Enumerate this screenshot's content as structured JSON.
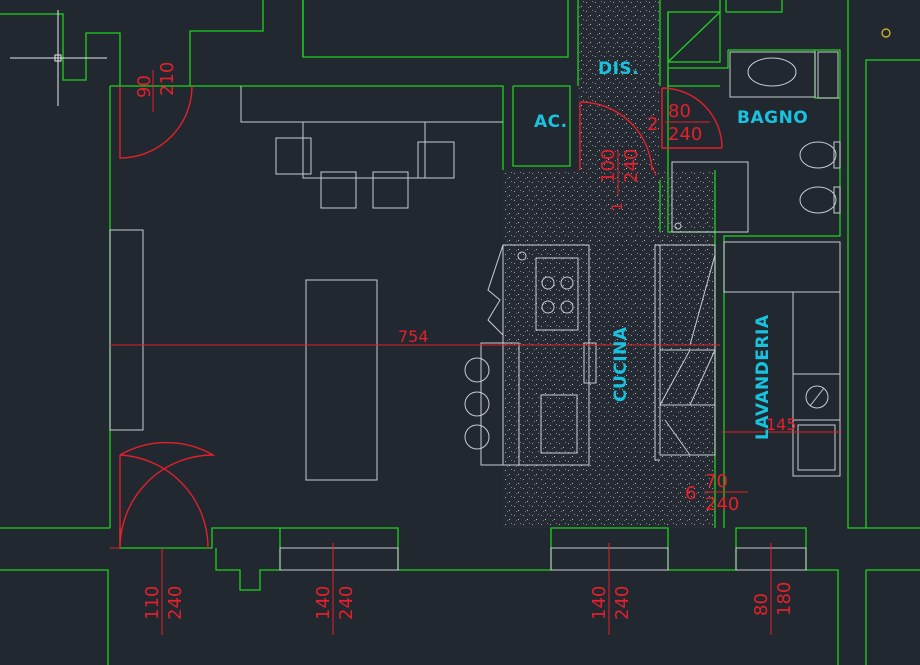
{
  "rooms": {
    "dis": "DIS.",
    "ac": "AC.",
    "bagno": "BAGNO",
    "cucina": "CUCINA",
    "lavanderia": "LAVANDERIA"
  },
  "dimensions": {
    "living_width": "754",
    "laundry_width": "145",
    "door_90_w": "90",
    "door_90_h": "210",
    "door_100_w": "100",
    "door_100_h": "240",
    "door_100_tag": "1",
    "door_80_w": "80",
    "door_80_h": "240",
    "door_80_tag": "2",
    "window_70_w": "70",
    "window_70_h": "240",
    "window_70_tag": "6",
    "win_110_w": "110",
    "win_110_h": "240",
    "win_140a_w": "140",
    "win_140a_h": "240",
    "win_140b_w": "140",
    "win_140b_h": "240",
    "win_80_w": "80",
    "win_80_h": "180"
  },
  "colors": {
    "background": "#212830",
    "walls": "#1fd01f",
    "dimensions": "#e3202b",
    "room_labels": "#19c3e0",
    "furniture": "#c8cbd0",
    "ucs_marker": "#e0c020"
  },
  "icons": {
    "cursor": "crosshair-cursor-icon",
    "ucs": "ucs-origin-icon"
  }
}
